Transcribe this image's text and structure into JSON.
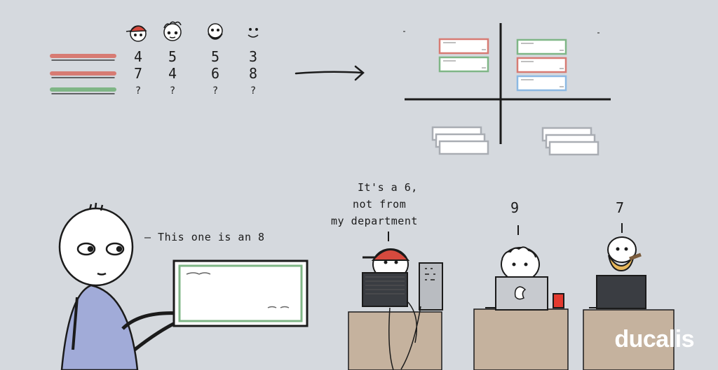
{
  "scores": {
    "col1": [
      "4",
      "7",
      "?"
    ],
    "col2": [
      "5",
      "4",
      "?"
    ],
    "col3": [
      "5",
      "6",
      "?"
    ],
    "col4": [
      "3",
      "8",
      "?"
    ]
  },
  "speech": {
    "presenter": "— This one is an 8",
    "dev1_line1": "It's a 6,",
    "dev1_line2": "not from",
    "dev1_line3": "my department",
    "dev2": "9",
    "dev3": "7"
  },
  "brand": {
    "logo_text": "ducalis"
  },
  "colors": {
    "background": "#d5d9de",
    "red": "#d77b73",
    "green": "#7fb686",
    "blue": "#8cb9e3",
    "gray": "#a9adb3",
    "desk": "#c5b29e",
    "shirt": "#a1abd8"
  }
}
